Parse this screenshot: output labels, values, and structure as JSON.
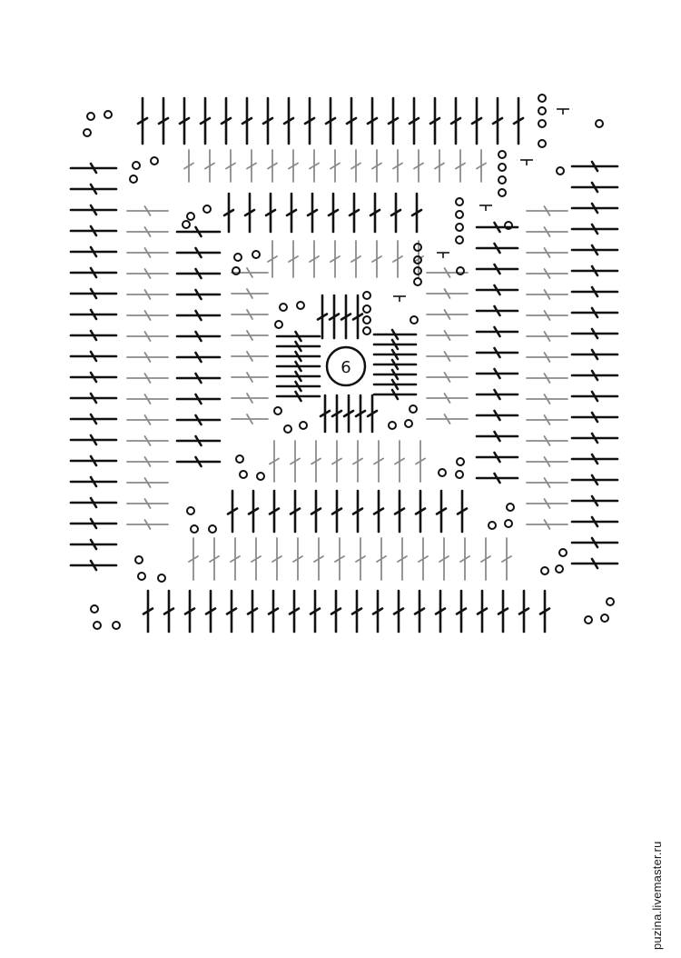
{
  "diagram": {
    "center_label": "6",
    "ink_color": "#111111",
    "faint_ink_color": "#8a8a8a",
    "symbols": [
      "double-crochet-stitch",
      "single-crochet-stitch",
      "chain-stitch"
    ]
  },
  "watermark": {
    "text": "puzina.livemaster.ru"
  }
}
